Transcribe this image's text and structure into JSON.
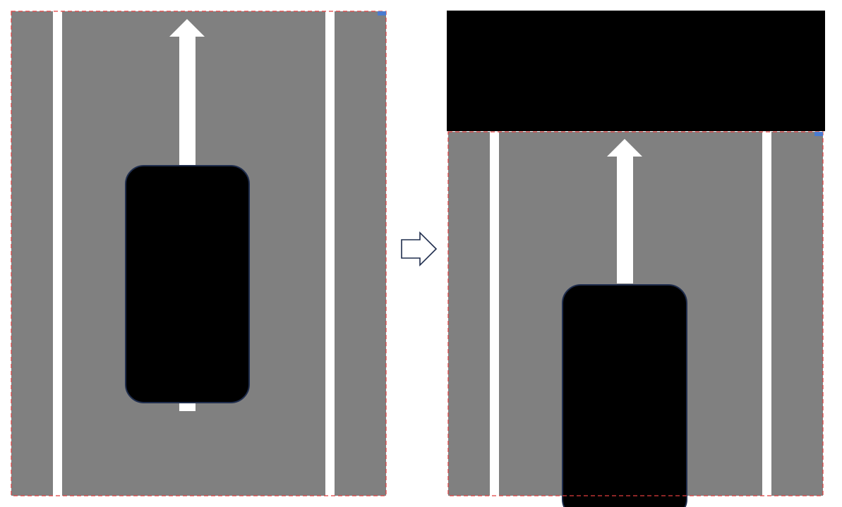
{
  "colors": {
    "background": "#ffffff",
    "road": "#808080",
    "lane_marking": "#ffffff",
    "vehicle": "#000000",
    "vehicle_outline": "#1f2d4d",
    "frame_dash": "#e03c3c",
    "corner_marker": "#4a7bd0",
    "occlusion": "#000000",
    "transition_arrow_outline": "#1f2d4d"
  },
  "panels": {
    "before": {
      "description_icon": "road-scene",
      "lane_markings": 2,
      "has_occlusion_block": false
    },
    "after": {
      "description_icon": "road-scene",
      "lane_markings": 2,
      "has_occlusion_block": true
    }
  },
  "transition": {
    "icon": "right-arrow-outline-icon"
  }
}
